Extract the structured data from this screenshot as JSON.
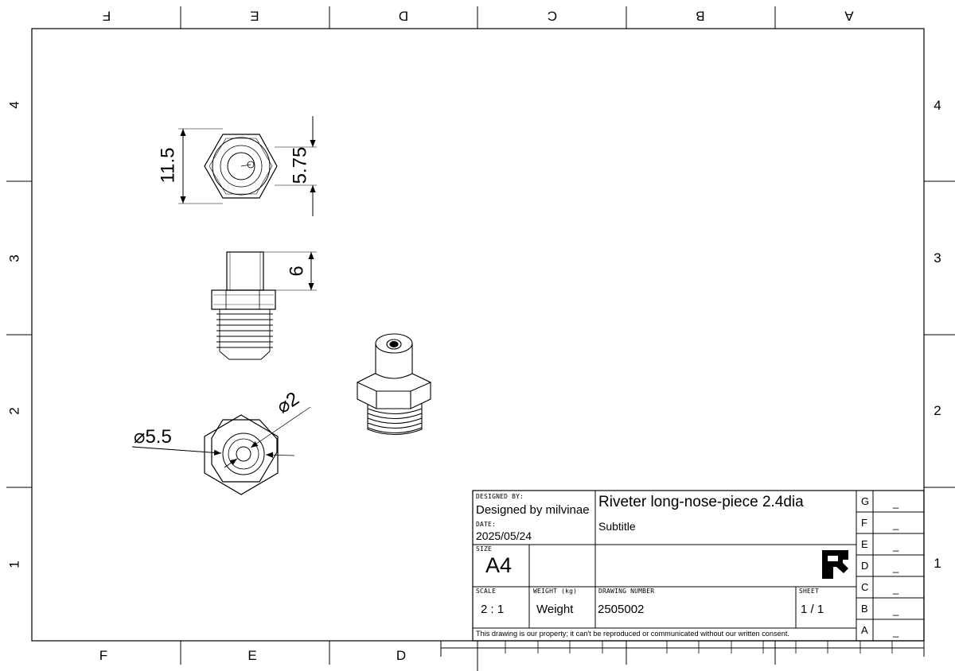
{
  "border": {
    "top_zones": [
      "F",
      "E",
      "D",
      "C",
      "B",
      "A"
    ],
    "bottom_zones": [
      "F",
      "E",
      "D"
    ],
    "left_rows": [
      "4",
      "3",
      "2",
      "1"
    ],
    "right_rows": [
      "4",
      "3",
      "2",
      "1"
    ]
  },
  "dimensions": {
    "hex_flats": "11.5",
    "hex_half": "5.75",
    "tip_length": "6",
    "outer_diameter": "⌀5.5",
    "bore_diameter": "⌀2"
  },
  "title_block": {
    "designed_by_label": "DESIGNED BY:",
    "designed_by": "Designed by milvinae",
    "date_label": "DATE:",
    "date": "2025/05/24",
    "size_label": "SIZE",
    "size": "A4",
    "title": "Riveter long-nose-piece 2.4dia",
    "subtitle": "Subtitle",
    "scale_label": "SCALE",
    "scale": "2 : 1",
    "weight_label": "WEIGHT (kg)",
    "weight": "Weight",
    "drawing_number_label": "DRAWING NUMBER",
    "drawing_number": "2505002",
    "sheet_label": "SHEET",
    "sheet": "1 / 1",
    "disclaimer": "This drawing is our property; it can't be reproduced or communicated without our written consent.",
    "logo": "freecad-logo-icon"
  },
  "revisions": {
    "letters": [
      "G",
      "F",
      "E",
      "D",
      "C",
      "B",
      "A"
    ],
    "values": [
      "_",
      "_",
      "_",
      "_",
      "_",
      "_",
      "_"
    ]
  }
}
